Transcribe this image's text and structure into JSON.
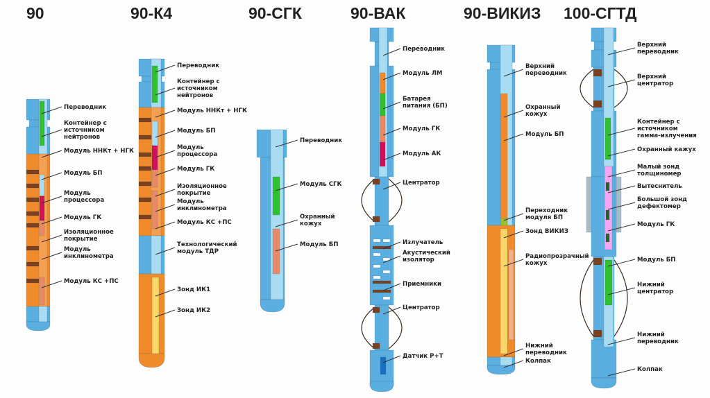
{
  "tools": [
    {
      "title": "90",
      "labels": [
        {
          "lines": [
            "Переводник"
          ]
        },
        {
          "lines": [
            "Контейнер с",
            "источником",
            "нейтронов"
          ]
        },
        {
          "lines": [
            "Модуль ННКт + НГК"
          ]
        },
        {
          "lines": [
            "Модуль БП"
          ]
        },
        {
          "lines": [
            "Модуль",
            "процессора"
          ]
        },
        {
          "lines": [
            "Модуль ГК"
          ]
        },
        {
          "lines": [
            "Изоляционное",
            "покрытие"
          ]
        },
        {
          "lines": [
            "Модуль",
            "инклинометра"
          ]
        },
        {
          "lines": [
            "Модуль КС +ПС"
          ]
        }
      ]
    },
    {
      "title": "90-К4",
      "labels": [
        {
          "lines": [
            "Переводник"
          ]
        },
        {
          "lines": [
            "Контейнер с",
            "источником",
            "нейтронов"
          ]
        },
        {
          "lines": [
            "Модуль ННКт + НГК"
          ]
        },
        {
          "lines": [
            "Модуль БП"
          ]
        },
        {
          "lines": [
            "Модуль",
            "процессора"
          ]
        },
        {
          "lines": [
            "Модуль ГК"
          ]
        },
        {
          "lines": [
            "Изоляционное",
            "покрытие"
          ]
        },
        {
          "lines": [
            "Модуль",
            "инклинометра"
          ]
        },
        {
          "lines": [
            "Модуль КС +ПС"
          ]
        },
        {
          "lines": [
            "Технологический",
            "модуль ТДР"
          ]
        },
        {
          "lines": [
            "Зонд ИК1"
          ]
        },
        {
          "lines": [
            "Зонд ИК2"
          ]
        }
      ]
    },
    {
      "title": "90-СГК",
      "labels": [
        {
          "lines": [
            "Переводник"
          ]
        },
        {
          "lines": [
            "Модуль СГК"
          ]
        },
        {
          "lines": [
            "Охранный",
            "кожух"
          ]
        },
        {
          "lines": [
            "Модуль БП"
          ]
        }
      ]
    },
    {
      "title": "90-ВАК",
      "labels": [
        {
          "lines": [
            "Переводник"
          ]
        },
        {
          "lines": [
            "Модуль ЛМ"
          ]
        },
        {
          "lines": [
            "Батарея",
            "питания (БП)"
          ]
        },
        {
          "lines": [
            "Модуль ГК"
          ]
        },
        {
          "lines": [
            "Модуль АК"
          ]
        },
        {
          "lines": [
            "Центратор"
          ]
        },
        {
          "lines": [
            "Излучатель"
          ]
        },
        {
          "lines": [
            "Акустический",
            "изолятор"
          ]
        },
        {
          "lines": [
            "Приемники"
          ]
        },
        {
          "lines": [
            "Центратор"
          ]
        },
        {
          "lines": [
            "Датчик Р+Т"
          ]
        }
      ]
    },
    {
      "title": "90-ВИКИЗ",
      "labels": [
        {
          "lines": [
            "Верхний",
            "переводник"
          ]
        },
        {
          "lines": [
            "Охранный",
            "кожух"
          ]
        },
        {
          "lines": [
            "Модуль БП"
          ]
        },
        {
          "lines": [
            "Переходник",
            "модуля БП"
          ]
        },
        {
          "lines": [
            "Зонд ВИКИЗ"
          ]
        },
        {
          "lines": [
            "Радиопрозрачный",
            "кожух"
          ]
        },
        {
          "lines": [
            "Нижний",
            "переводник"
          ]
        },
        {
          "lines": [
            "Колпак"
          ]
        }
      ]
    },
    {
      "title": "100-СГТД",
      "labels": [
        {
          "lines": [
            "Верхний",
            "переводник"
          ]
        },
        {
          "lines": [
            "Верхний",
            "центратор"
          ]
        },
        {
          "lines": [
            "Контейнер с",
            "источником",
            "гамма-излучения"
          ]
        },
        {
          "lines": [
            "Охранный кажух"
          ]
        },
        {
          "lines": [
            "Малый зонд",
            "толщиномер"
          ]
        },
        {
          "lines": [
            "Вытеснитель"
          ]
        },
        {
          "lines": [
            "Большой зонд",
            "дефектомер"
          ]
        },
        {
          "lines": [
            "Модуль ГК"
          ]
        },
        {
          "lines": [
            "Модуль БП"
          ]
        },
        {
          "lines": [
            "Нижний",
            "центратор"
          ]
        },
        {
          "lines": [
            "Нижний",
            "переводник"
          ]
        },
        {
          "lines": [
            "Колпак"
          ]
        }
      ]
    }
  ],
  "colors": {
    "housing": "#5aaee0",
    "inner": "#a8dcf2",
    "orange": "#f08a2a",
    "band": "#7a4020",
    "green": "#30c030",
    "red": "#d0105a",
    "salmon": "#e88a68",
    "yellow": "#f8d668",
    "pink": "#f4a6f0",
    "darkgreen": "#1c6a2a",
    "gray": "#a9bcc6",
    "sensor": "#1a70c0"
  }
}
